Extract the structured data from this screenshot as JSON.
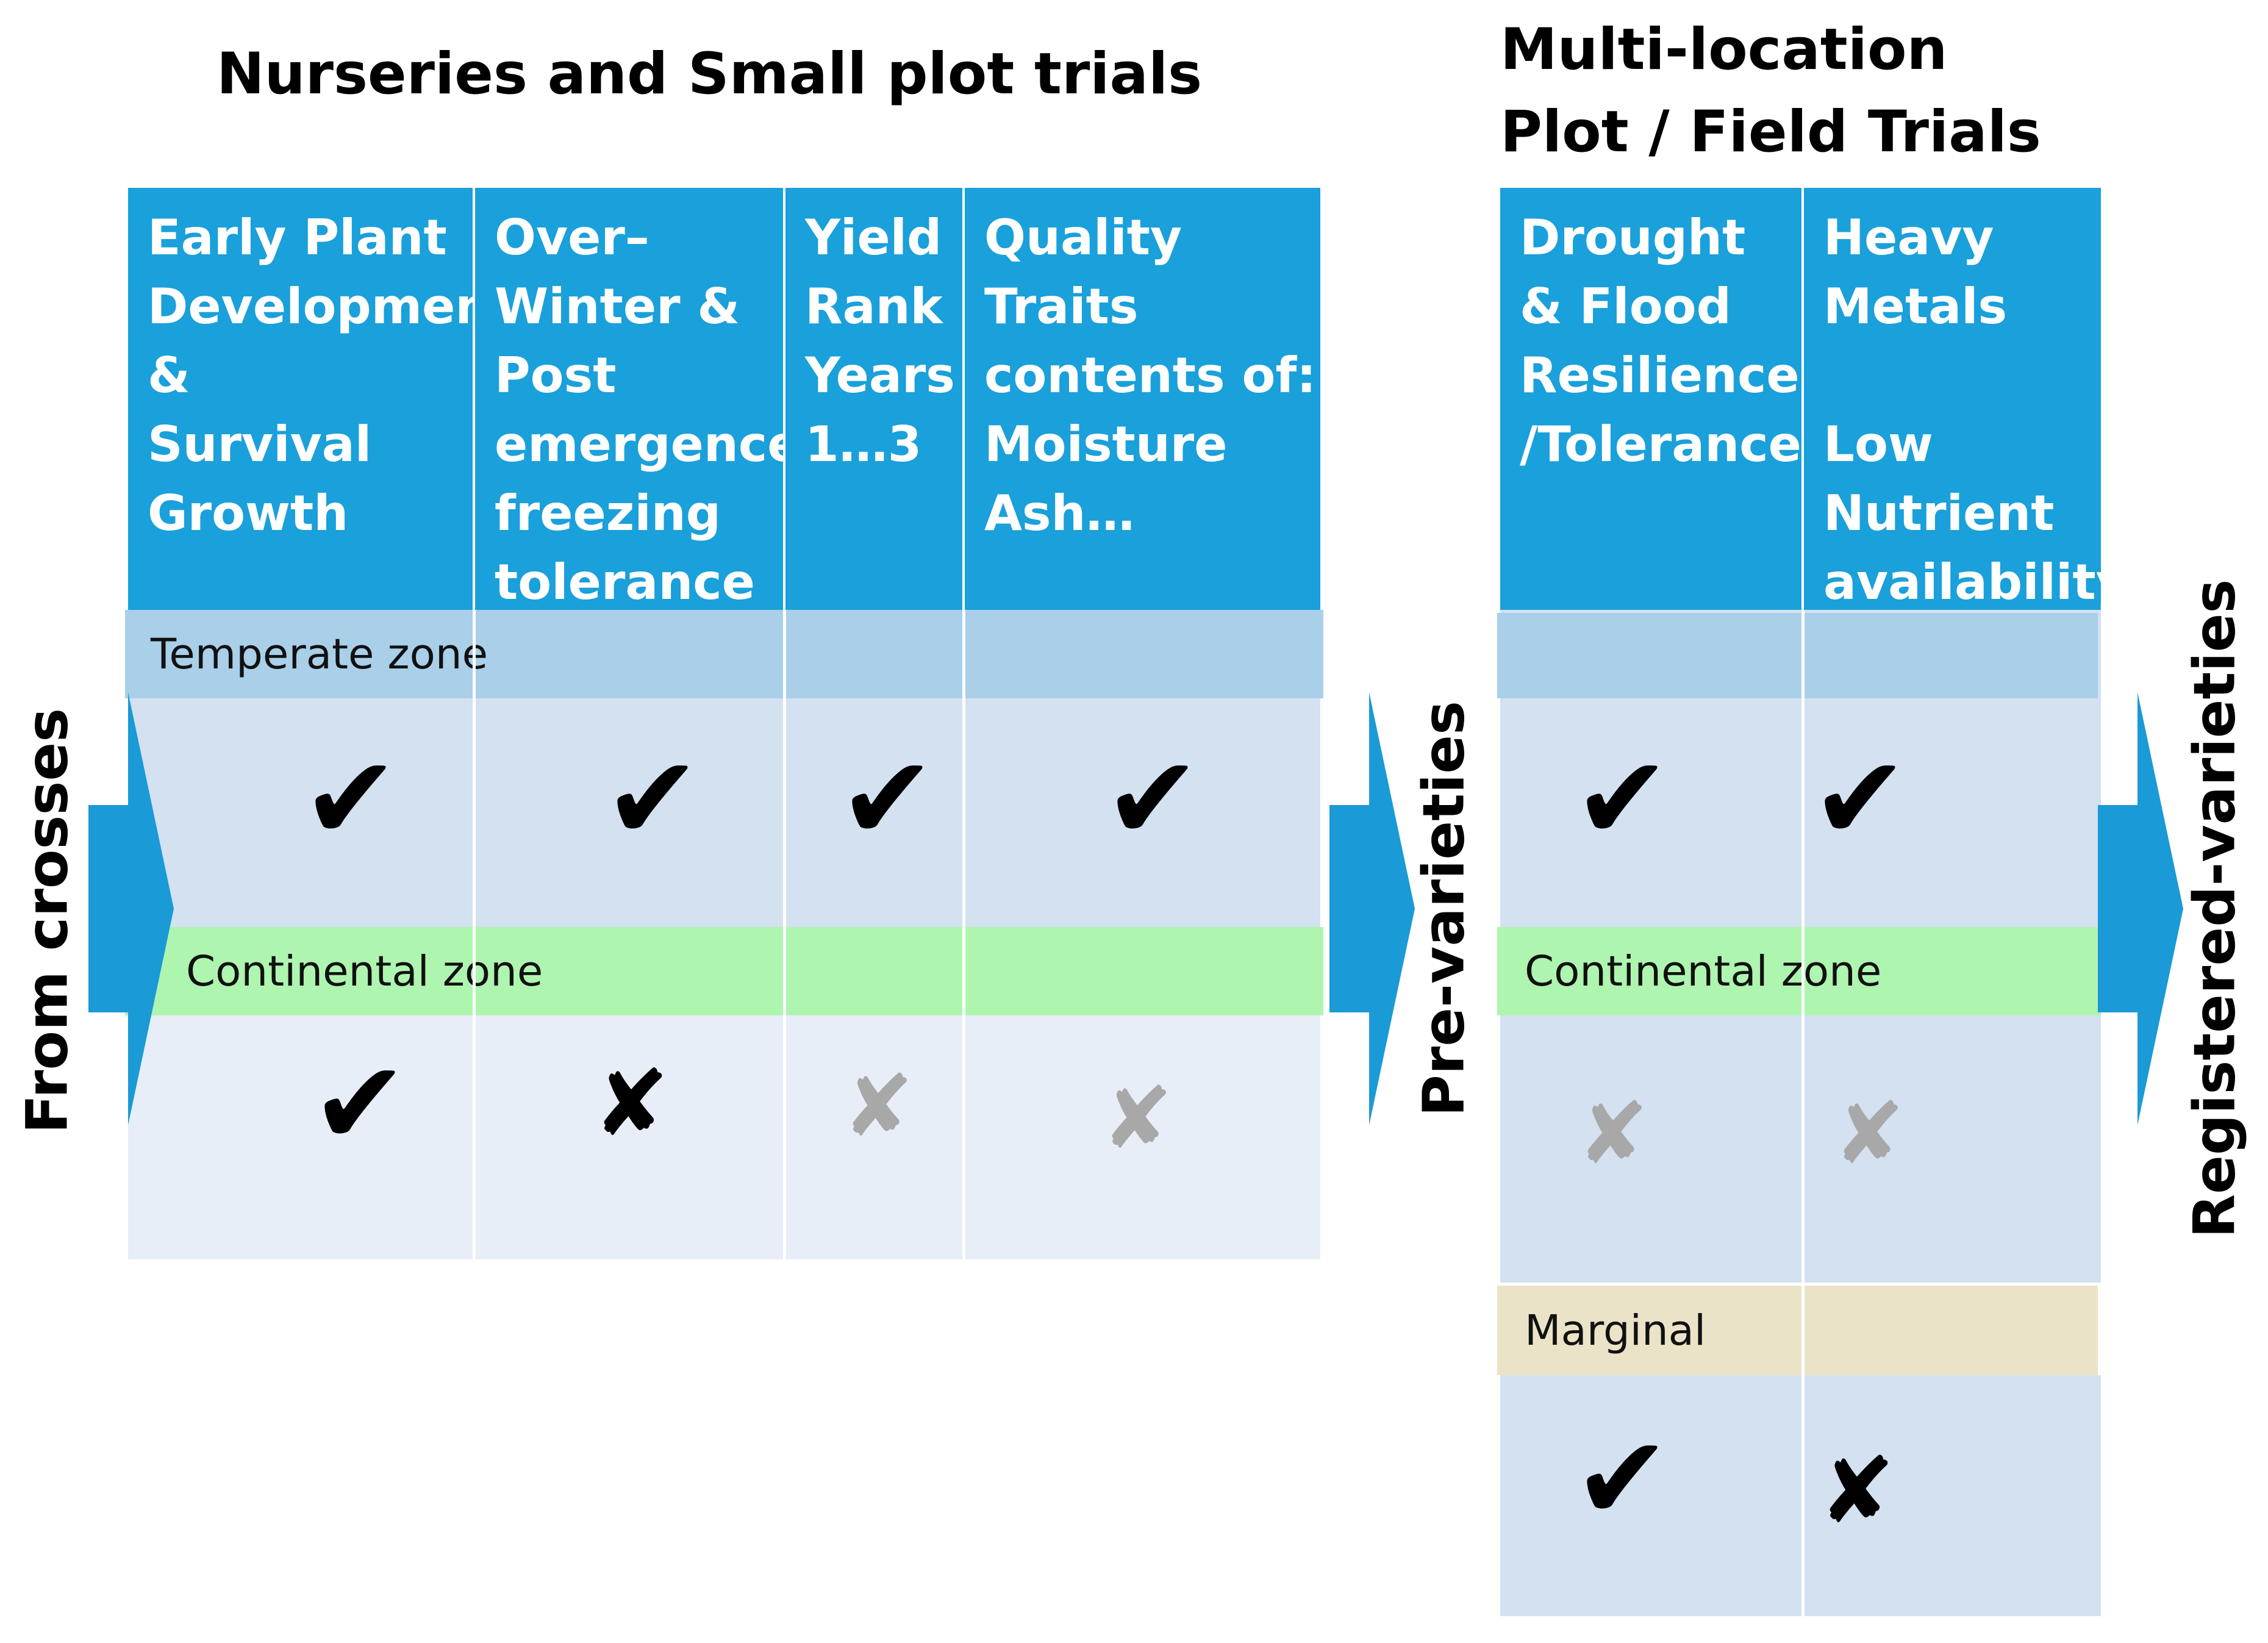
{
  "titles": {
    "left": "Nurseries and Small plot trials",
    "right_line1": "Multi-location",
    "right_line2": "Plot / Field Trials"
  },
  "left_headers": [
    {
      "lines": [
        "Early Plant",
        "Development",
        "&",
        "Survival",
        "Growth"
      ]
    },
    {
      "lines": [
        "Over–",
        "Winter &",
        "Post",
        "emergence",
        "freezing",
        "tolerance"
      ]
    },
    {
      "lines": [
        "Yield",
        "Rank",
        "Years",
        "1…3"
      ]
    },
    {
      "lines": [
        "Quality",
        "Traits",
        "contents of:",
        "Moisture",
        "Ash…"
      ]
    }
  ],
  "right_headers": [
    {
      "lines": [
        "Drought",
        "& Flood",
        "Resilience",
        "/Tolerance"
      ]
    },
    {
      "lines": [
        "Heavy",
        "Metals",
        "",
        "Low",
        "Nutrient",
        "availability"
      ]
    }
  ],
  "zones": {
    "temperate": "Temperate zone",
    "continental_left": "Continental zone",
    "continental_right": "Continental zone",
    "marginal": "Marginal"
  },
  "arrows": {
    "from": "From crosses",
    "middle": "Pre-varieties",
    "end": "Registered-varieties"
  },
  "marks": {
    "check": "✔",
    "cross": "✘"
  },
  "colors": {
    "header_blue": "#1aa0da",
    "arrow_blue": "#1a9ad6",
    "temperate_band": "#a9cfe9",
    "continental_band": "#aef5b0",
    "marginal_band": "#ebe3c8",
    "light_cell": "#d3e1f0",
    "lighter_cell": "#e7eef8",
    "grey_cross": "#a8a8a8"
  }
}
